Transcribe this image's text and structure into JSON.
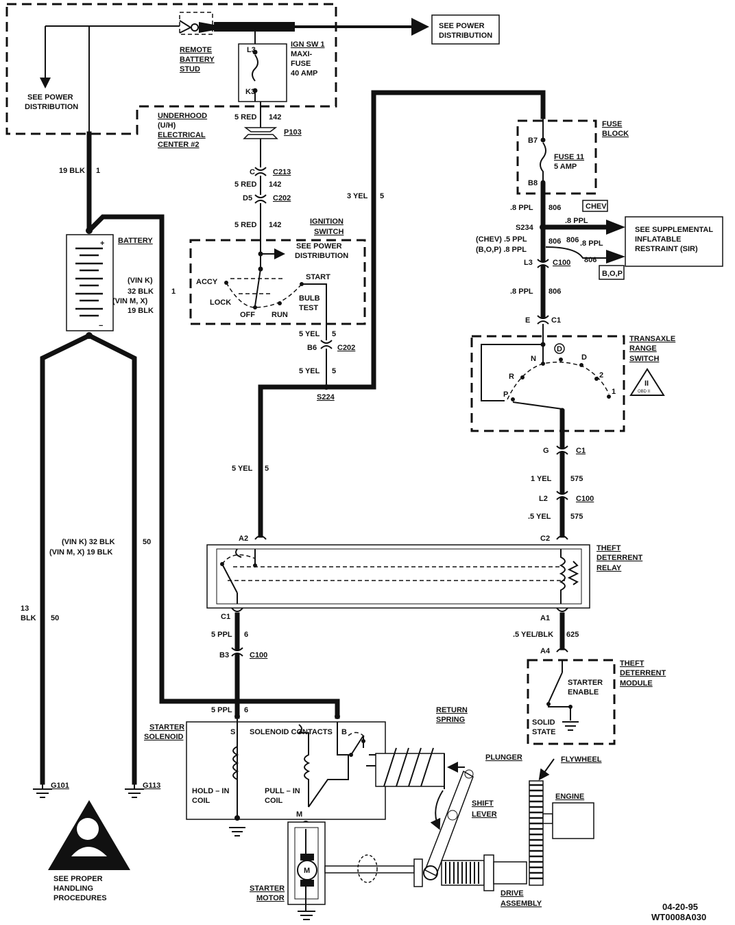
{
  "labels": {
    "see_power_dist_1": [
      "SEE POWER",
      "DISTRIBUTION"
    ],
    "see_power_dist_2": [
      "SEE POWER",
      "DISTRIBUTION"
    ],
    "see_power_dist_3": [
      "SEE POWER",
      "DISTRIBUTION"
    ],
    "remote_battery_stud": [
      "REMOTE",
      "BATTERY",
      "STUD"
    ],
    "ign_sw1": [
      "IGN SW 1",
      "MAXI-",
      "FUSE",
      "40 AMP"
    ],
    "fuse_l3": "L3",
    "fuse_k3": "K3",
    "underhood": [
      "UNDERHOOD",
      "(U/H)",
      "ELECTRICAL",
      "CENTER #2"
    ],
    "wire_5red_142_a": [
      "5 RED",
      "142"
    ],
    "p103": "P103",
    "c213": [
      "C",
      "C213"
    ],
    "wire_5red_142_b": [
      "5 RED",
      "142"
    ],
    "c202_d5": [
      "D5",
      "C202"
    ],
    "wire_5red_142_c": [
      "5 RED",
      "142"
    ],
    "ignition_switch": [
      "IGNITION",
      "SWITCH"
    ],
    "accy": "ACCY",
    "lock": "LOCK",
    "off": "OFF",
    "run": "RUN",
    "start": "START",
    "bulb_test": [
      "BULB",
      "TEST"
    ],
    "wire_5yel_5_a": [
      "5 YEL",
      "5"
    ],
    "c202_b6": [
      "B6",
      "C202"
    ],
    "wire_5yel_5_b": [
      "5 YEL",
      "5"
    ],
    "s224": "S224",
    "wire_3yel_5": [
      "3 YEL",
      "5"
    ],
    "wire_5yel_5_c": [
      "5 YEL",
      "5"
    ],
    "wire_19blk_1": [
      "19 BLK",
      "1"
    ],
    "battery": "BATTERY",
    "battery_wire": [
      "(VIN K)",
      "32  BLK",
      "(VIN M, X)",
      "19  BLK",
      "1"
    ],
    "battery_plus": "+",
    "battery_minus": "−",
    "wire_vin_50": [
      "(VIN  K)  32  BLK",
      "(VIN  M,  X)  19  BLK",
      "50"
    ],
    "wire_13blk_50": [
      "13",
      "BLK",
      "50"
    ],
    "g101": "G101",
    "g113": "G113",
    "see_proper": [
      "SEE PROPER",
      "HANDLING",
      "PROCEDURES"
    ],
    "fuse_block": [
      "FUSE",
      "BLOCK"
    ],
    "fuse11": [
      "FUSE 11",
      "5 AMP"
    ],
    "b7": "B7",
    "b8": "B8",
    "wire_8ppl_806_a": [
      ".8 PPL",
      "806"
    ],
    "chev": "CHEV",
    "s234": "S234",
    "wire_8ppl_chev": ".8 PPL",
    "see_sir": [
      "SEE SUPPLEMENTAL",
      "INFLATABLE",
      "RESTRAINT (SIR)"
    ],
    "chev_bop": [
      "(CHEV)  .5  PPL",
      "(B,O,P)  .8  PPL",
      "806",
      "806"
    ],
    "wire_8ppl_bop": [
      ".8 PPL",
      "806"
    ],
    "bop": "B,O,P",
    "c100_l3": [
      "L3",
      "C100"
    ],
    "wire_8ppl_806_b": [
      ".8 PPL",
      "806"
    ],
    "c1_e": [
      "E",
      "C1"
    ],
    "transaxle": [
      "TRANSAXLE",
      "RANGE",
      "SWITCH"
    ],
    "gear_p": "P",
    "gear_r": "R",
    "gear_n": "N",
    "gear_d": "D",
    "gear_D": "D",
    "gear_2": "2",
    "gear_1": "1",
    "obd": [
      "II",
      "OBD II"
    ],
    "c1_g": [
      "G",
      "C1"
    ],
    "wire_1yel_575": [
      "1  YEL",
      "575"
    ],
    "c100_l2": [
      "L2",
      "C100"
    ],
    "wire_5yel_575": [
      ".5  YEL",
      "575"
    ],
    "a2": "A2",
    "c2": "C2",
    "theft_relay": [
      "THEFT",
      "DETERRENT",
      "RELAY"
    ],
    "c1_relay": "C1",
    "a1": "A1",
    "wire_5ppl_6": [
      "5 PPL",
      "6"
    ],
    "c100_b3": [
      "B3",
      "C100"
    ],
    "wire_5yelblk_625": [
      ".5 YEL/BLK",
      "625"
    ],
    "a4": "A4",
    "theft_module": [
      "THEFT",
      "DETERRENT",
      "MODULE"
    ],
    "starter_enable": [
      "STARTER",
      "ENABLE"
    ],
    "solid_state": [
      "SOLID",
      "STATE"
    ],
    "wire_5ppl_6_b": [
      "5 PPL",
      "6"
    ],
    "starter_solenoid": [
      "STARTER",
      "SOLENOID"
    ],
    "solenoid_contacts": "SOLENOID CONTACTS",
    "sol_s": "S",
    "sol_b": "B",
    "sol_m": "M",
    "hold_in": [
      "HOLD – IN",
      "COIL"
    ],
    "pull_in": [
      "PULL – IN",
      "COIL"
    ],
    "return_spring": [
      "RETURN",
      "SPRING"
    ],
    "plunger": "PLUNGER",
    "flywheel": "FLYWHEEL",
    "engine": "ENGINE",
    "shift_lever": [
      "SHIFT",
      "LEVER"
    ],
    "starter_motor": [
      "STARTER",
      "MOTOR"
    ],
    "motor_m": "M",
    "drive_assembly": [
      "DRIVE",
      "ASSEMBLY"
    ],
    "date_code": [
      "04-20-95",
      "WT0008A030"
    ]
  }
}
